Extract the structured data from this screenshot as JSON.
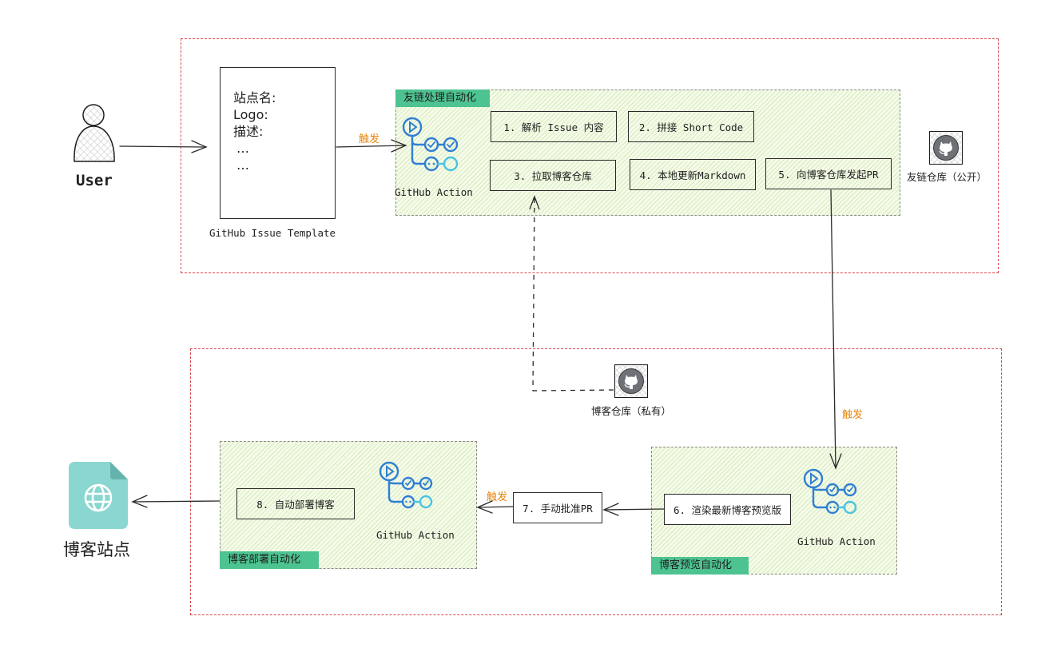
{
  "actors": {
    "user_label": "User",
    "site_label": "博客站点"
  },
  "issue_template": {
    "caption": "GitHub Issue Template",
    "lines": [
      "站点名:",
      "Logo:",
      "描述:",
      "…",
      "…"
    ]
  },
  "triggers": {
    "top": "触发",
    "middle": "触发",
    "bottom": "触发"
  },
  "groups": {
    "friend_link": {
      "label": "友链处理自动化",
      "action_label": "GitHub Action",
      "steps": [
        "1. 解析 Issue 内容",
        "2. 拼接 Short Code",
        "3. 拉取博客仓库",
        "4. 本地更新Markdown",
        "5. 向博客仓库发起PR"
      ]
    },
    "blog_preview": {
      "label": "博客预览自动化",
      "action_label": "GitHub Action",
      "steps": [
        "6. 渲染最新博客预览版"
      ]
    },
    "blog_deploy": {
      "label": "博客部署自动化",
      "action_label": "GitHub Action",
      "steps": [
        "8. 自动部署博客"
      ]
    }
  },
  "manual_step": "7. 手动批准PR",
  "repos": {
    "friend_link_repo": "友链仓库（公开）",
    "blog_repo": "博客仓库（私有）"
  },
  "colors": {
    "region_border": "#d9474c",
    "group_label_bg": "#4dc391",
    "group_fill": "#f5fbe9",
    "trigger_text": "#e8850c",
    "action_icon_blue": "#2f7fd3",
    "action_icon_cyan": "#4cc3e0",
    "site_icon": "#8ad6d1",
    "repo_icon_gray": "#6e7175"
  }
}
